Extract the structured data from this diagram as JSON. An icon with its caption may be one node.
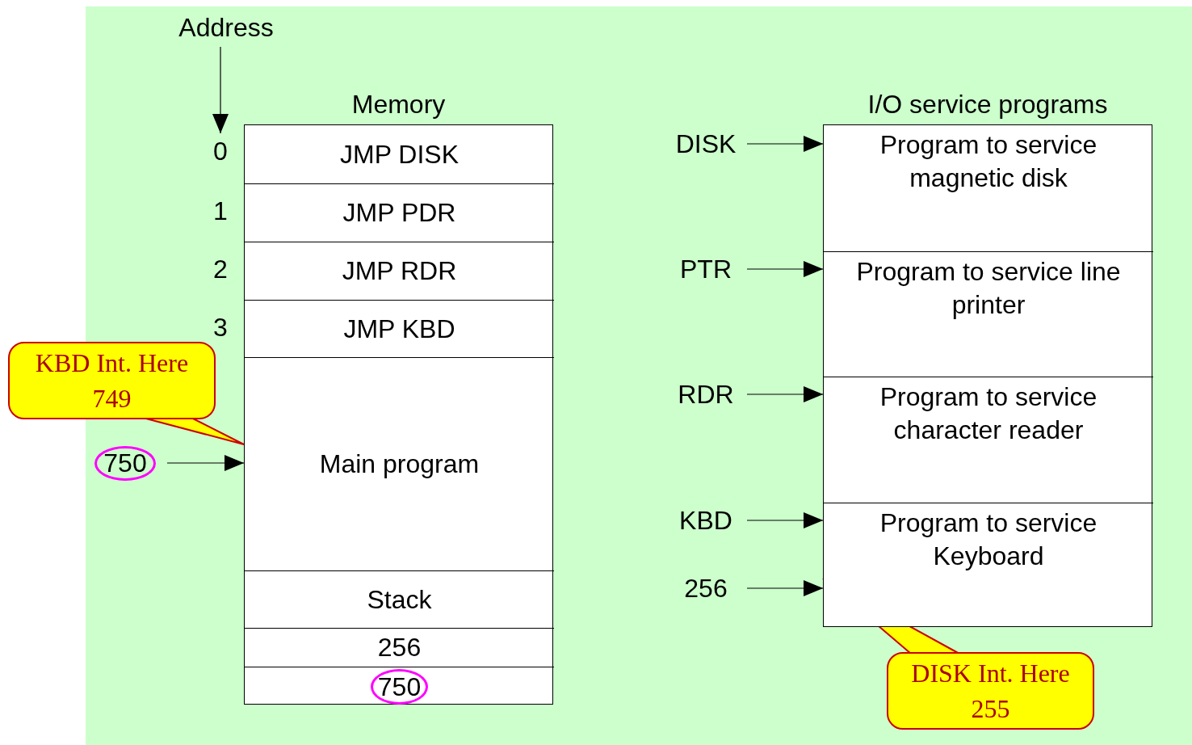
{
  "diagram": {
    "nodes": [
      {
        "text": [
          "Address"
        ]
      },
      {
        "text": [
          "Memory"
        ]
      },
      {
        "text": [
          "JMP DISK"
        ],
        "in": 1
      },
      {
        "text": [
          "JMP PDR"
        ],
        "in": 1
      },
      {
        "text": [
          "JMP RDR"
        ],
        "in": 1
      },
      {
        "text": [
          "JMP KBD"
        ],
        "in": 1
      },
      {
        "text": [
          "Main program"
        ],
        "in": 1
      },
      {
        "text": [
          "Stack"
        ],
        "in": 1
      },
      {
        "text": [
          "256"
        ],
        "in": 1
      },
      {
        "text": [
          "750"
        ],
        "in": 1
      },
      {
        "text": [
          "750"
        ]
      },
      {
        "text": [
          "KBD Int. Here",
          "749"
        ]
      },
      {
        "text": [
          "I/O service programs"
        ]
      },
      {
        "text": [
          "Program to service magnetic disk"
        ],
        "in": 12
      },
      {
        "text": [
          "Program to service line printer"
        ],
        "in": 12
      },
      {
        "text": [
          "Program to service character reader"
        ],
        "in": 12
      },
      {
        "text": [
          "Program to service Keyboard"
        ],
        "in": 12
      },
      {
        "text": [
          "DISK"
        ]
      },
      {
        "text": [
          "PTR"
        ]
      },
      {
        "text": [
          "RDR"
        ]
      },
      {
        "text": [
          "KBD"
        ]
      },
      {
        "text": [
          "256"
        ]
      },
      {
        "text": [
          "DISK Int. Here",
          "255"
        ]
      },
      {
        "text": [
          "0"
        ]
      }
    ],
    "edges": [
      {
        "from": 0,
        "to": 23,
        "arrow": "to"
      },
      {
        "from": 10,
        "to": 6,
        "arrow": "to"
      },
      {
        "from": 11,
        "to": 6,
        "arrow": "none"
      },
      {
        "from": 17,
        "to": 13,
        "arrow": "to"
      },
      {
        "from": 18,
        "to": 14,
        "arrow": "to"
      },
      {
        "from": 19,
        "to": 15,
        "arrow": "to"
      },
      {
        "from": 20,
        "to": 16,
        "arrow": "to"
      },
      {
        "from": 21,
        "to": 16,
        "arrow": "to"
      },
      {
        "from": 22,
        "to": 16,
        "arrow": "none"
      }
    ],
    "labels": [
      "1",
      "2",
      "3"
    ]
  }
}
